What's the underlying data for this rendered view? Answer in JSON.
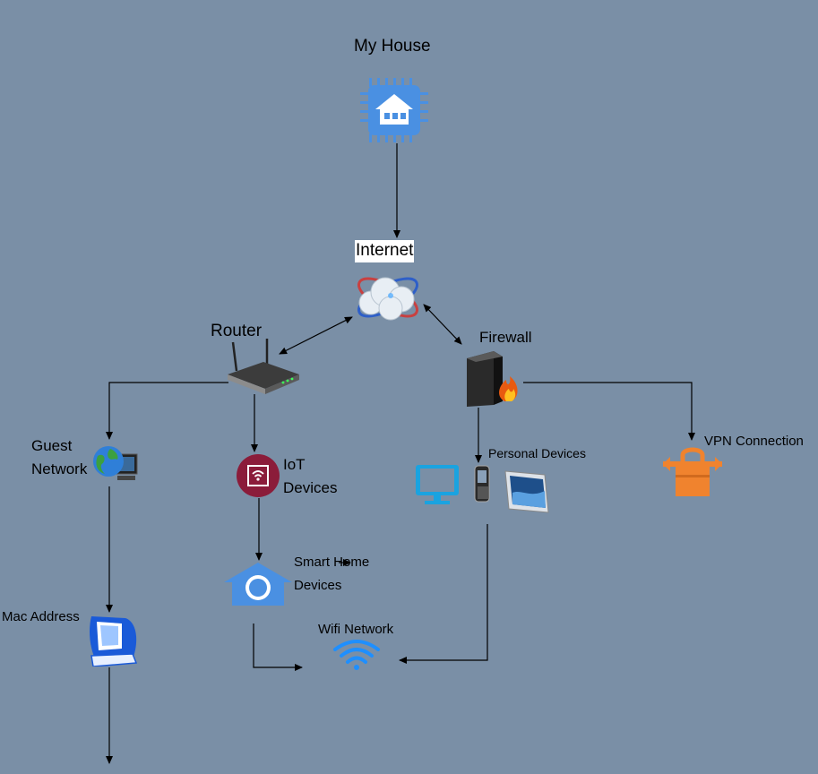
{
  "diagram": {
    "nodes": {
      "house": {
        "label": "My House",
        "icon": "house-chip-icon"
      },
      "internet": {
        "label": "Internet",
        "icon": "cloud-globe-icon"
      },
      "router": {
        "label": "Router",
        "icon": "router-icon"
      },
      "firewall": {
        "label": "Firewall",
        "icon": "firewall-icon"
      },
      "guest": {
        "label_line1": "Guest",
        "label_line2": "Network",
        "icon": "globe-computer-icon"
      },
      "iot": {
        "label_line1": "IoT",
        "label_line2": "Devices",
        "icon": "iot-wifi-icon"
      },
      "personal": {
        "label": "Personal Devices",
        "icons": [
          "monitor-icon",
          "phone-icon",
          "tablet-icon"
        ]
      },
      "vpn": {
        "label": "VPN Connection",
        "icon": "vpn-lock-icon"
      },
      "smarthome": {
        "label_line1": "Smart Home",
        "label_line2": "Devices",
        "icon": "smart-home-icon"
      },
      "mac": {
        "label": "Mac Address",
        "icon": "mac-computer-icon"
      },
      "wifi": {
        "label": "Wifi Network",
        "icon": "wifi-icon"
      }
    },
    "colors": {
      "background": "#7a8fa6",
      "house_blue": "#4a90e2",
      "iot_red": "#8b1c3a",
      "vpn_orange": "#f0832e",
      "monitor_cyan": "#1aa3e0"
    }
  }
}
